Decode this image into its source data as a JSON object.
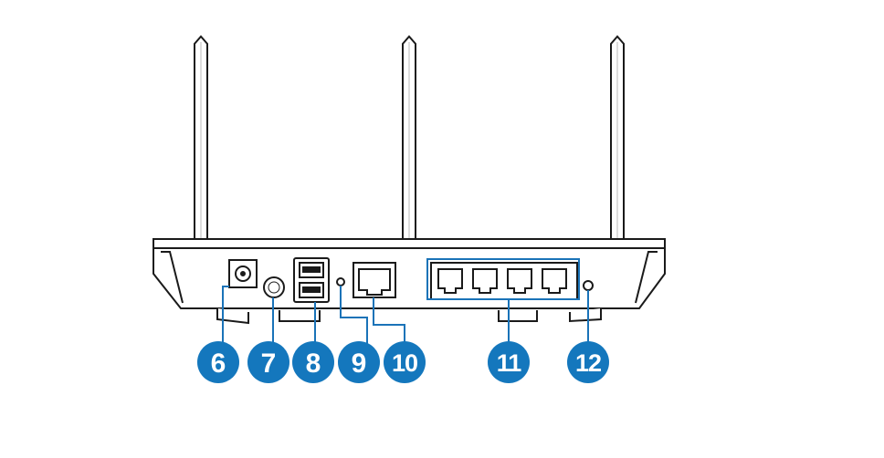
{
  "colors": {
    "line": "#1a1a1a",
    "accent": "#1a73b8",
    "callout_fill": "#1477bd",
    "callout_text": "#ffffff",
    "background": "#ffffff"
  },
  "callouts": [
    {
      "id": "power-port",
      "number": "6"
    },
    {
      "id": "power-button",
      "number": "7"
    },
    {
      "id": "usb-ports",
      "number": "8"
    },
    {
      "id": "reset-button",
      "number": "9"
    },
    {
      "id": "wan-port",
      "number": "10"
    },
    {
      "id": "lan-ports",
      "number": "11"
    },
    {
      "id": "wps-button",
      "number": "12"
    }
  ]
}
